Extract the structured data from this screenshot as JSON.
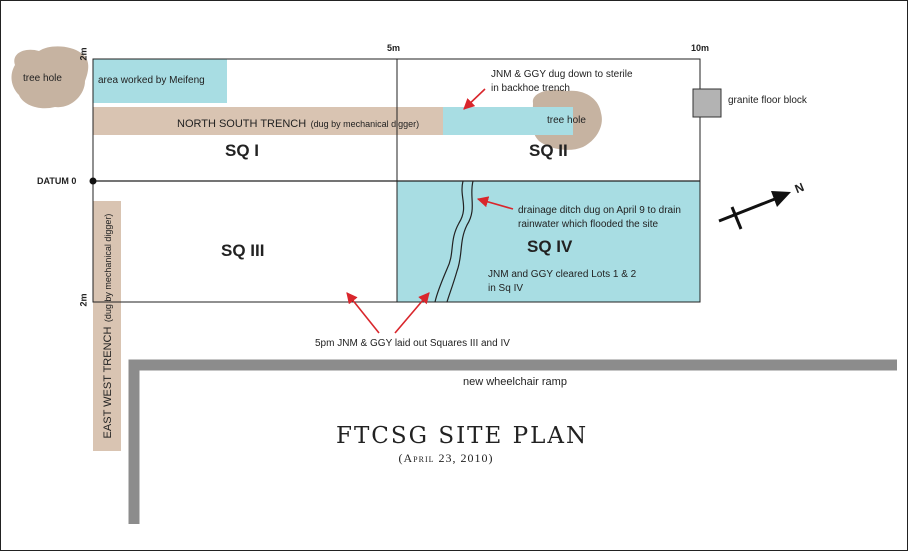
{
  "title": "FTCSG SITE PLAN",
  "subtitle": "(April 23, 2010)",
  "scale": {
    "top_5m": "5m",
    "top_10m": "10m",
    "top_2m": "2m",
    "left_2m": "2m",
    "datum": "DATUM 0"
  },
  "squares": {
    "sq1": "SQ I",
    "sq2": "SQ II",
    "sq3": "SQ III",
    "sq4": "SQ IV"
  },
  "labels": {
    "tree_hole_left": "tree hole",
    "tree_hole_right": "tree hole",
    "area_meifeng": "area worked by Meifeng",
    "north_south_trench": "NORTH SOUTH TRENCH",
    "north_south_trench_note": "(dug by mechanical digger)",
    "east_west_trench": "EAST WEST TRENCH",
    "east_west_trench_note": "(dug by mechanical digger)",
    "granite_block": "granite floor block",
    "ramp": "new wheelchair ramp",
    "north_symbol": "N"
  },
  "annotations": {
    "sterile_line1": "JNM & GGY dug down to sterile",
    "sterile_line2": "in backhoe trench",
    "drainage_line1": "drainage ditch dug on April 9 to drain",
    "drainage_line2": "rainwater which flooded the site",
    "lots_line1": "JNM and GGY cleared Lots 1 & 2",
    "lots_line2": "in Sq IV",
    "layout_note": "5pm JNM & GGY laid out Squares III and IV"
  },
  "colors": {
    "excavated_blue": "#a8dde3",
    "trench_tan": "#d9c4b2",
    "treehole": "#c6b3a1",
    "ramp_gray": "#8c8c8c",
    "block_gray": "#b3b3b3",
    "arrow_red": "#d9262c",
    "line": "#222222"
  }
}
